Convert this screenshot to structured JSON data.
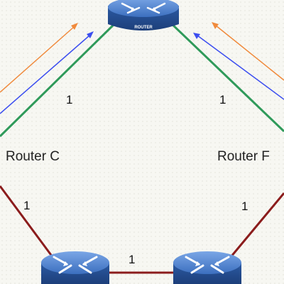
{
  "routers": [
    {
      "id": "top",
      "label": "",
      "badge": "ROUTER"
    },
    {
      "id": "bottom-left",
      "label": "",
      "badge": ""
    },
    {
      "id": "bottom-right",
      "label": "",
      "badge": ""
    }
  ],
  "labels": {
    "router_c": "Router C",
    "router_f": "Router F"
  },
  "links": [
    {
      "id": "top-left",
      "metric": "1",
      "color": "#2f9a5a"
    },
    {
      "id": "top-right",
      "metric": "1",
      "color": "#2f9a5a"
    },
    {
      "id": "left",
      "metric": "1",
      "color": "#8b1c1c"
    },
    {
      "id": "right",
      "metric": "1",
      "color": "#8b1c1c"
    },
    {
      "id": "bottom",
      "metric": "1",
      "color": "#8b1c1c"
    }
  ],
  "arrows": {
    "orange": "#f08a3c",
    "blue": "#3c4ef0"
  },
  "colors": {
    "router_body": "#2f5fa8",
    "router_top": "#5d8fd6",
    "router_icon": "#ffffff"
  }
}
